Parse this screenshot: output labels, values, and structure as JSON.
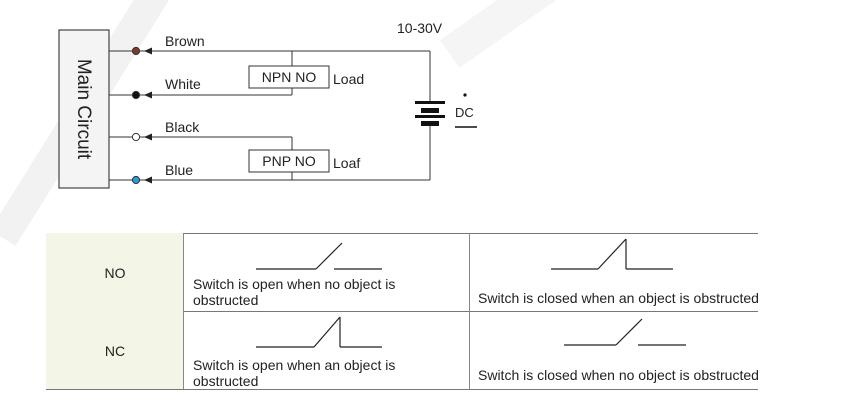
{
  "diagram": {
    "main_circuit_label": "Main Circuit",
    "supply_voltage": "10-30V",
    "dc_label": "DC",
    "wires": [
      {
        "name": "Brown",
        "color": "#7b3a2e"
      },
      {
        "name": "White",
        "color": "#111111"
      },
      {
        "name": "Black",
        "color": "#ffffff"
      },
      {
        "name": "Blue",
        "color": "#2a9bd8"
      }
    ],
    "npn_box": "NPN NO",
    "pnp_box": "PNP NO",
    "npn_load": "Load",
    "pnp_load": "Loaf"
  },
  "table": {
    "rows": [
      {
        "label": "NO",
        "col1_text": "Switch is open when no object is obstructed",
        "col1_state": "open",
        "col2_text": "Switch is closed when an object is obstructed",
        "col2_state": "closed"
      },
      {
        "label": "NC",
        "col1_text": "Switch is open when an object is obstructed",
        "col1_state": "closed",
        "col2_text": "Switch is closed when no object is obstructed",
        "col2_state": "open"
      }
    ],
    "label_bg": "#f3f6e6"
  }
}
